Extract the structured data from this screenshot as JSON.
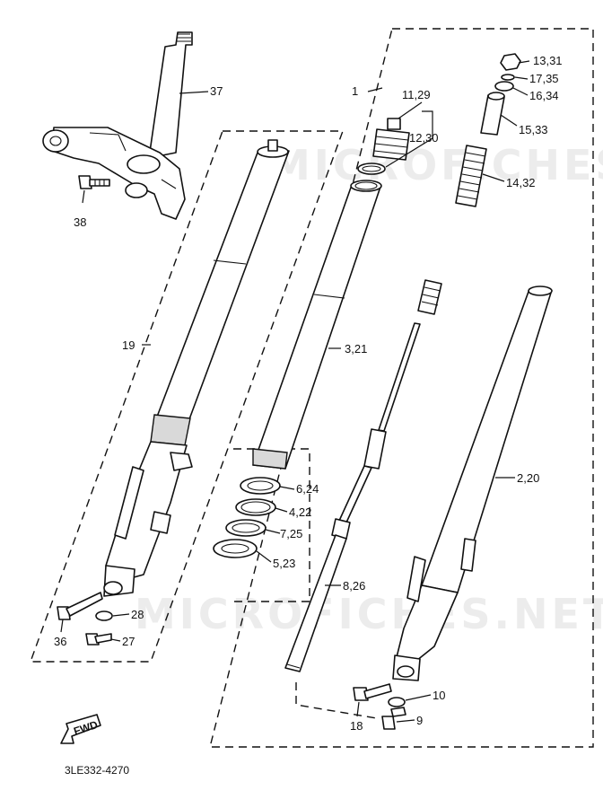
{
  "watermark": "MICROFICHES.NET",
  "diagram_code": "3LE332-4270",
  "fwd_badge": "FWD",
  "callouts": {
    "c1": "1",
    "c2": "2,20",
    "c3": "3,21",
    "c4": "4,22",
    "c5": "5,23",
    "c6": "6,24",
    "c7": "7,25",
    "c8": "8,26",
    "c9": "9",
    "c10": "10",
    "c11": "11,29",
    "c12": "12,30",
    "c13": "13,31",
    "c14": "14,32",
    "c15": "15,33",
    "c16": "16,34",
    "c17": "17,35",
    "c18": "18",
    "c19": "19",
    "c27": "27",
    "c28": "28",
    "c36": "36",
    "c37": "37",
    "c38": "38"
  }
}
